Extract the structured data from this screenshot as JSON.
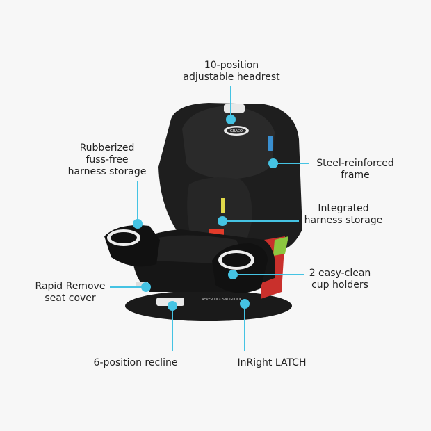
{
  "accent_color": "#45c3e3",
  "product": {
    "brand_logo": "GRACO",
    "model_text": "4EVER DLX SNUGLOCK"
  },
  "callouts": [
    {
      "id": "headrest",
      "lines": [
        "10-position",
        "adjustable headrest"
      ]
    },
    {
      "id": "harness-storage-rubber",
      "lines": [
        "Rubberized",
        "fuss-free",
        "harness storage"
      ]
    },
    {
      "id": "frame",
      "lines": [
        "Steel-reinforced",
        "frame"
      ]
    },
    {
      "id": "harness-integrated",
      "lines": [
        "Integrated",
        "harness storage"
      ]
    },
    {
      "id": "cup-holders",
      "lines": [
        "2 easy-clean",
        "cup holders"
      ]
    },
    {
      "id": "seat-cover",
      "lines": [
        "Rapid Remove",
        "seat cover"
      ]
    },
    {
      "id": "recline",
      "lines": [
        "6-position recline"
      ]
    },
    {
      "id": "latch",
      "lines": [
        "InRight LATCH"
      ]
    }
  ]
}
